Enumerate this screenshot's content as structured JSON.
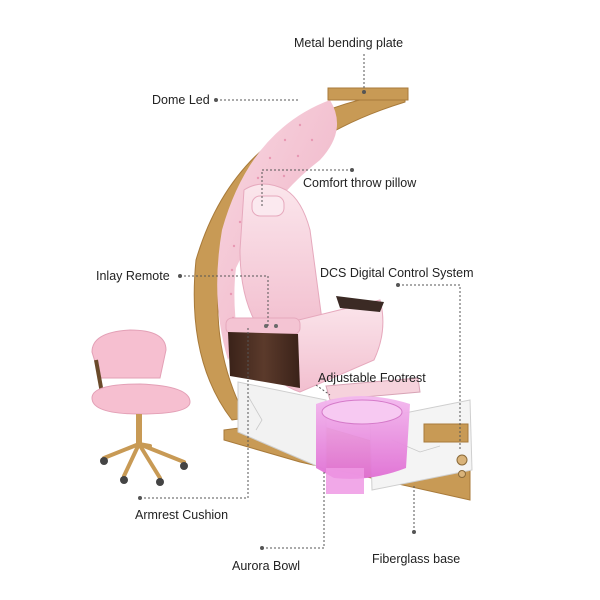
{
  "callouts": {
    "metal_bending_plate": "Metal bending plate",
    "dome_led": "Dome Led",
    "comfort_throw_pillow": "Comfort throw pillow",
    "inlay_remote": "Inlay Remote",
    "dcs_digital_control_system": "DCS Digital Control System",
    "adjustable_footrest": "Adjustable Footrest",
    "armrest_cushion": "Armrest Cushion",
    "aurora_bowl": "Aurora Bowl",
    "fiberglass_base": "Fiberglass base"
  },
  "colors": {
    "gold": "#c89a55",
    "gold_dark": "#a87a3a",
    "pink_light": "#f6d2dc",
    "pink": "#f0b6c8",
    "pink_dark": "#e48fae",
    "bowl_pink": "#e98be0",
    "marble": "#f3f3f3",
    "wood": "#4a2e22",
    "leader": "#555555"
  }
}
